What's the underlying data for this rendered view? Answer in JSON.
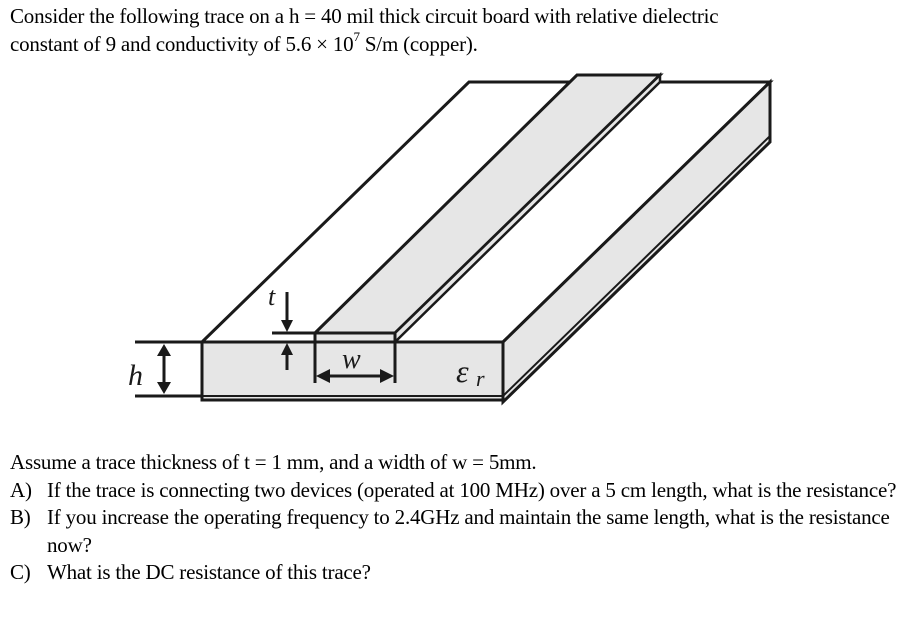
{
  "problem": {
    "intro_line1": "Consider the following trace on a h = 40 mil thick circuit board with relative dielectric",
    "intro_line2_pre": "constant of 9 and conductivity of 5.6 × 10",
    "intro_line2_exp": "7",
    "intro_line2_post": " S/m (copper).",
    "assumption": "Assume a trace thickness of t = 1 mm, and a width of w = 5mm.",
    "questions": [
      {
        "letter": "A)",
        "text": "If the trace is connecting two devices (operated at 100 MHz) over a 5 cm length, what is the resistance?"
      },
      {
        "letter": "B)",
        "text": "If you increase the operating frequency to 2.4GHz and maintain the same length, what is the resistance now?"
      },
      {
        "letter": "C)",
        "text": "What is the DC resistance of this trace?"
      }
    ]
  },
  "figure": {
    "labels": {
      "h": "h",
      "t": "t",
      "w": "w",
      "epsilon": "ε",
      "epsilon_sub": "r"
    },
    "colors": {
      "fill": "#e6e6e6",
      "stroke": "#1a1a1a",
      "background": "#ffffff"
    }
  }
}
